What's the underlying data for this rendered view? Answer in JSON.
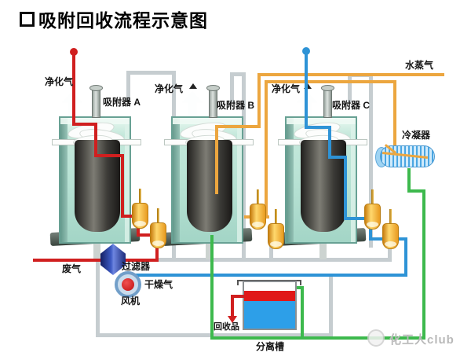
{
  "title": {
    "text": "吸附回收流程示意图"
  },
  "adsorbers": [
    {
      "name": "吸附器 A",
      "outlet_label": "净化气"
    },
    {
      "name": "吸附器 B",
      "outlet_label": "净化气"
    },
    {
      "name": "吸附器 C",
      "outlet_label": "净化气"
    }
  ],
  "streams": {
    "waste_gas": "废气",
    "steam": "水蒸气",
    "dry_gas": "干燥气",
    "recovered_product": "回收品"
  },
  "equipment": {
    "filter": "过滤器",
    "fan": "风机",
    "condenser": "冷凝器",
    "separation_tank": "分离槽"
  },
  "watermark": {
    "text": "化工人club"
  },
  "colors": {
    "waste_gas_line": "#d01f1f",
    "steam_line": "#eca63f",
    "dry_gas_line": "#2e93d6",
    "recovered_line": "#3db94d",
    "pipe_gray": "#c6cdd0",
    "vessel_glass": "#b6e1d3",
    "bed_dark": "#3c3b37",
    "valve_orange": "#f2a52c",
    "condenser_blue": "#4aa6e2",
    "tank_liquid": "#2d9fe8",
    "tank_product": "#e01818"
  }
}
